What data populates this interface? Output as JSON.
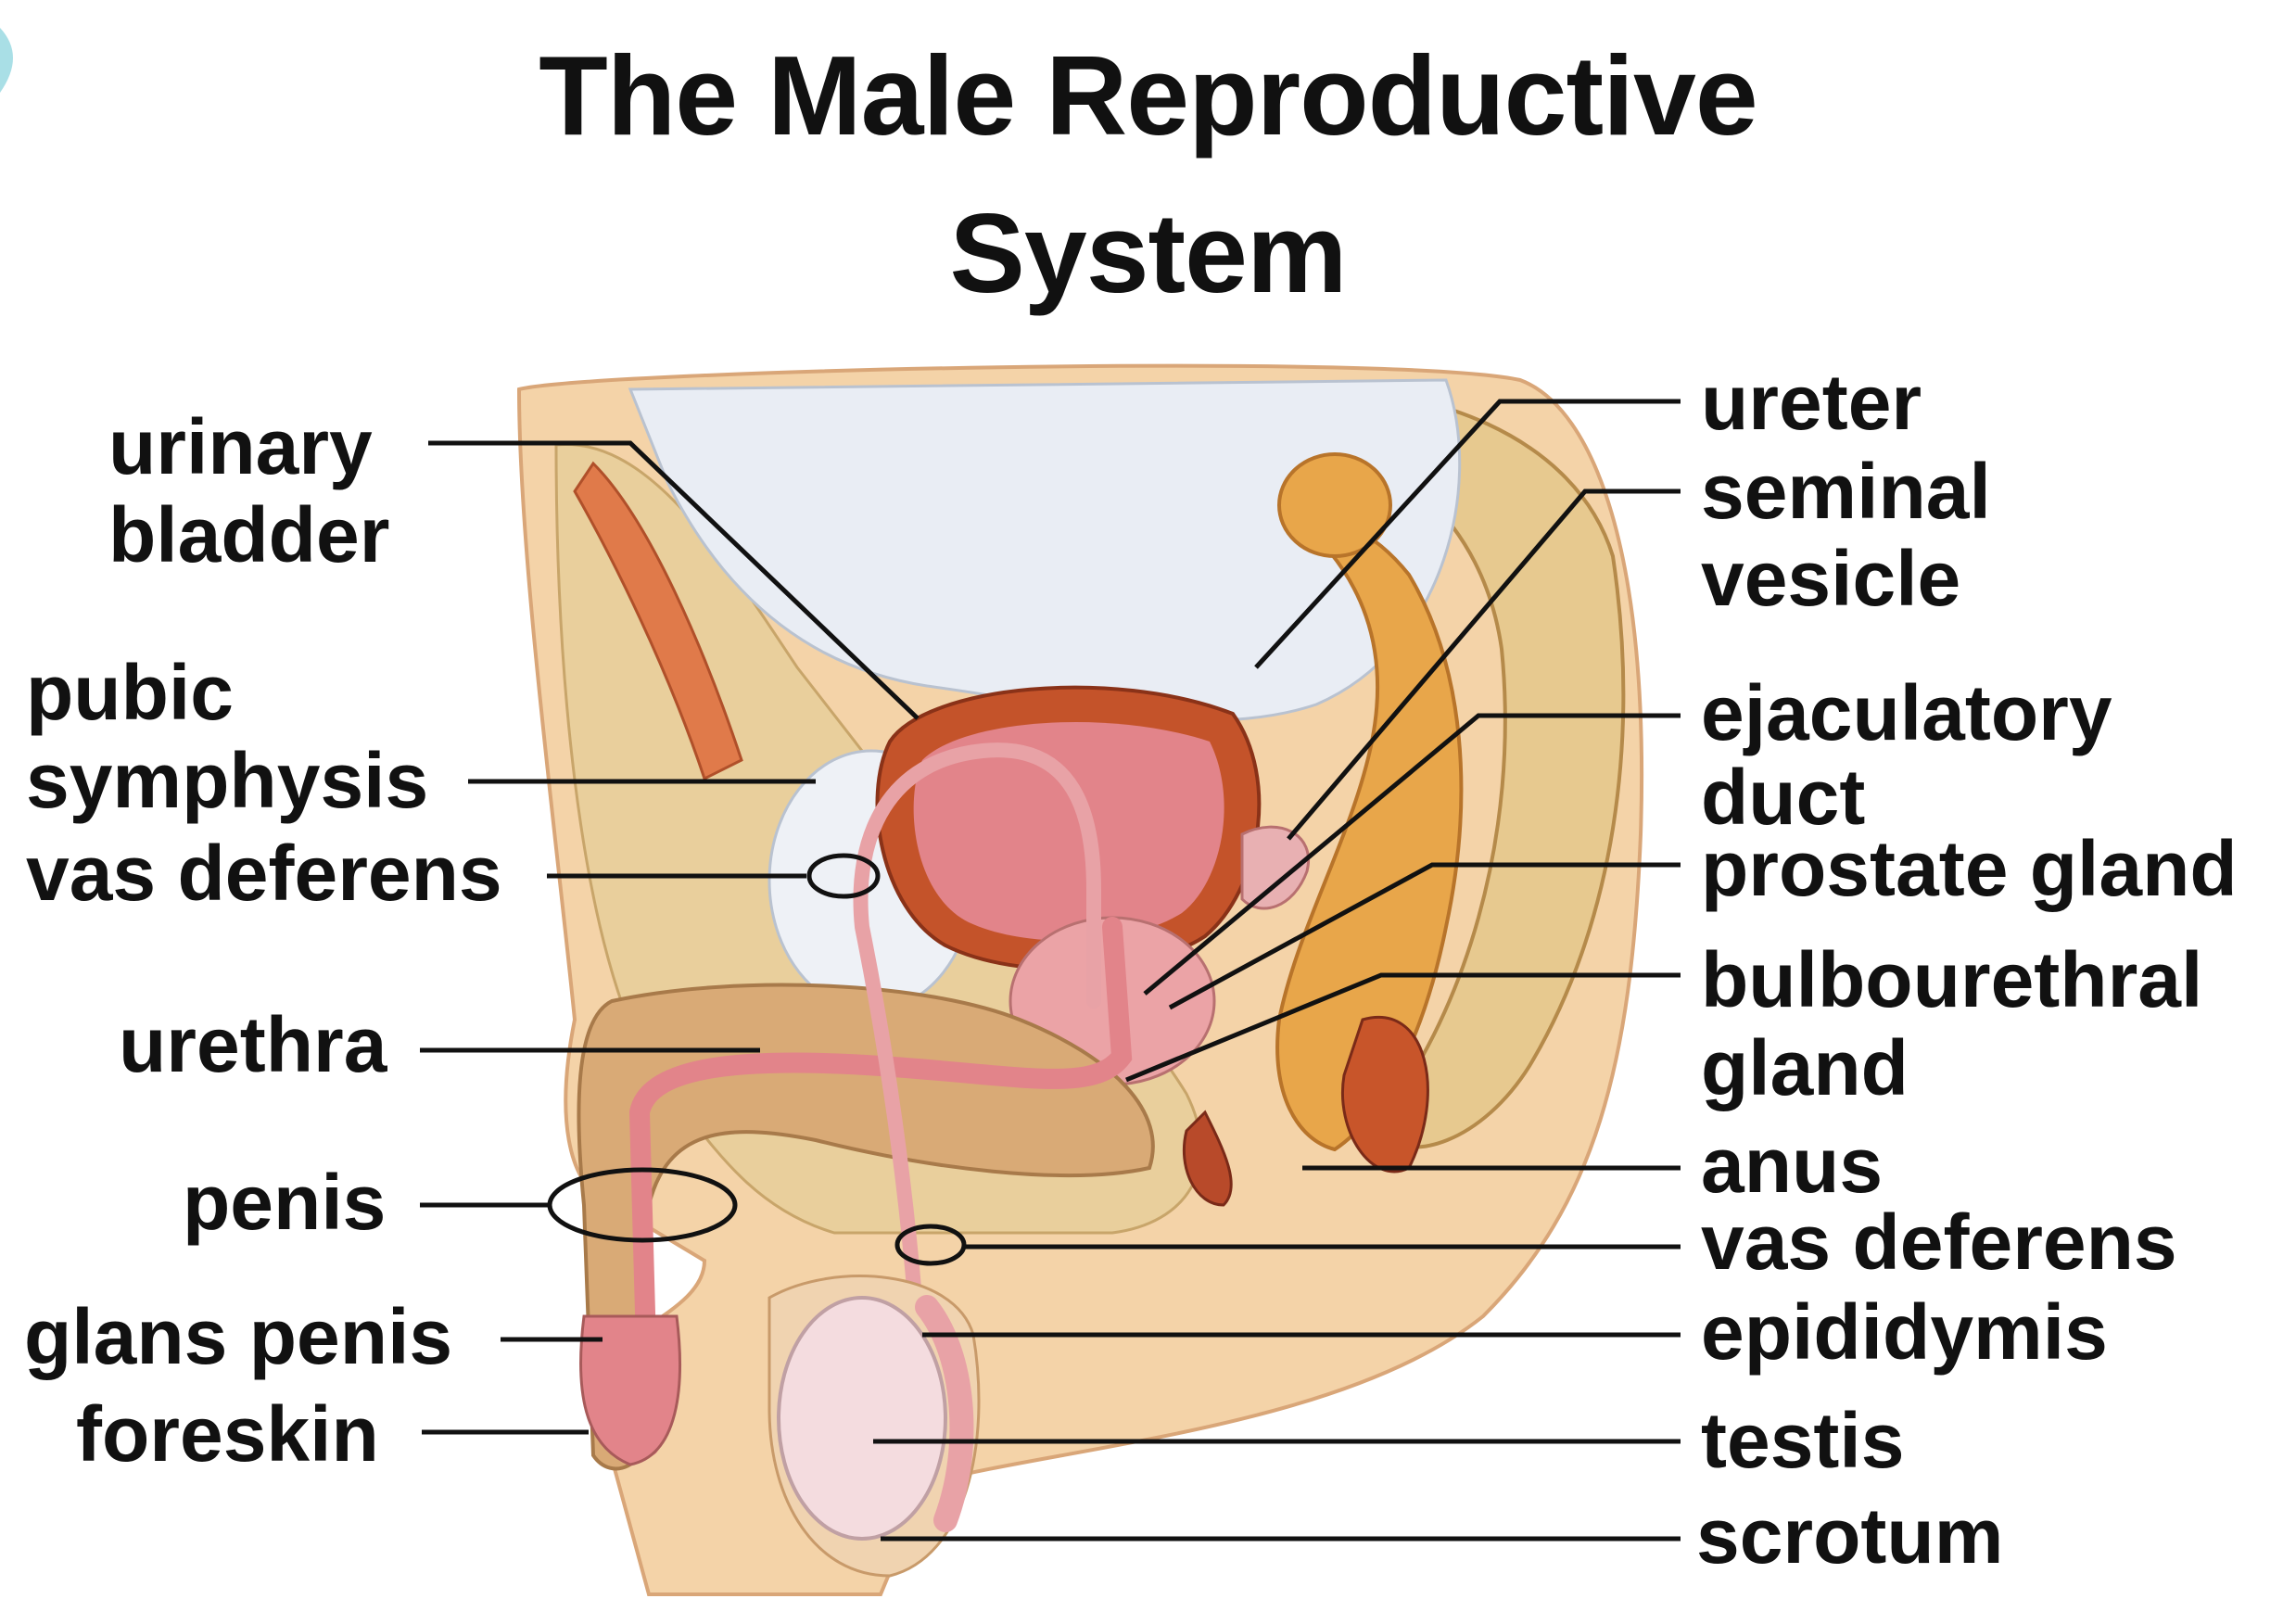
{
  "title": {
    "line1": "The Male Reproductive",
    "line2": "System"
  },
  "labels": {
    "urinary_bladder": [
      "urinary",
      "bladder"
    ],
    "pubic_symphysis": [
      "pubic",
      "symphysis"
    ],
    "vas_deferens_left": "vas deferens",
    "urethra": "urethra",
    "penis": "penis",
    "glans_penis": "glans penis",
    "foreskin": "foreskin",
    "ureter": "ureter",
    "seminal_vesicle": [
      "seminal",
      "vesicle"
    ],
    "ejaculatory_duct": [
      "ejaculatory",
      "duct"
    ],
    "prostate_gland": "prostate gland",
    "bulbourethral_gland": [
      "bulbourethral",
      "gland"
    ],
    "anus": "anus",
    "vas_deferens_right": "vas deferens",
    "epididymis": "epididymis",
    "testis": "testis",
    "scrotum": "scrotum"
  },
  "colors": {
    "skin": "#f4d3a8",
    "tissue": "#e9cf9c",
    "bladder_wall": "#c4532a",
    "bladder_inner": "#e2848a",
    "organ_pink": "#eba3a6",
    "seminal": "#e8a64a",
    "peritoneum": "#e9edf4",
    "leader": "#111111"
  }
}
